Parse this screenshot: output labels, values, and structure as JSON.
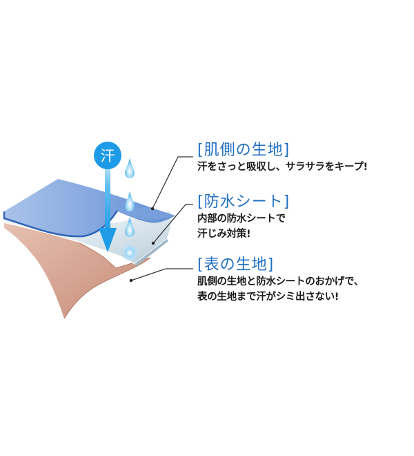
{
  "diagram": {
    "sweat_badge": "汗",
    "layers": [
      {
        "id": "skin-side",
        "heading": "[肌側の生地]",
        "description_lines": [
          "汗をさっと吸収し、サラサラをキープ!"
        ],
        "color": "#6f9bdc"
      },
      {
        "id": "waterproof-sheet",
        "heading": "[防水シート]",
        "description_lines": [
          "内部の防水シートで",
          "汗じみ対策!"
        ],
        "color": "#d9e6ee"
      },
      {
        "id": "outer",
        "heading": "[表の生地]",
        "description_lines": [
          "肌側の生地と防水シートのおかげで、",
          "表の生地まで汗がシミ出さない!"
        ],
        "color": "#d4a390"
      }
    ],
    "colors": {
      "heading_blue": "#1f6fc1",
      "text": "#1b1b1b",
      "arrow_blue": "#1e9be6",
      "leader_line": "#333333"
    }
  }
}
